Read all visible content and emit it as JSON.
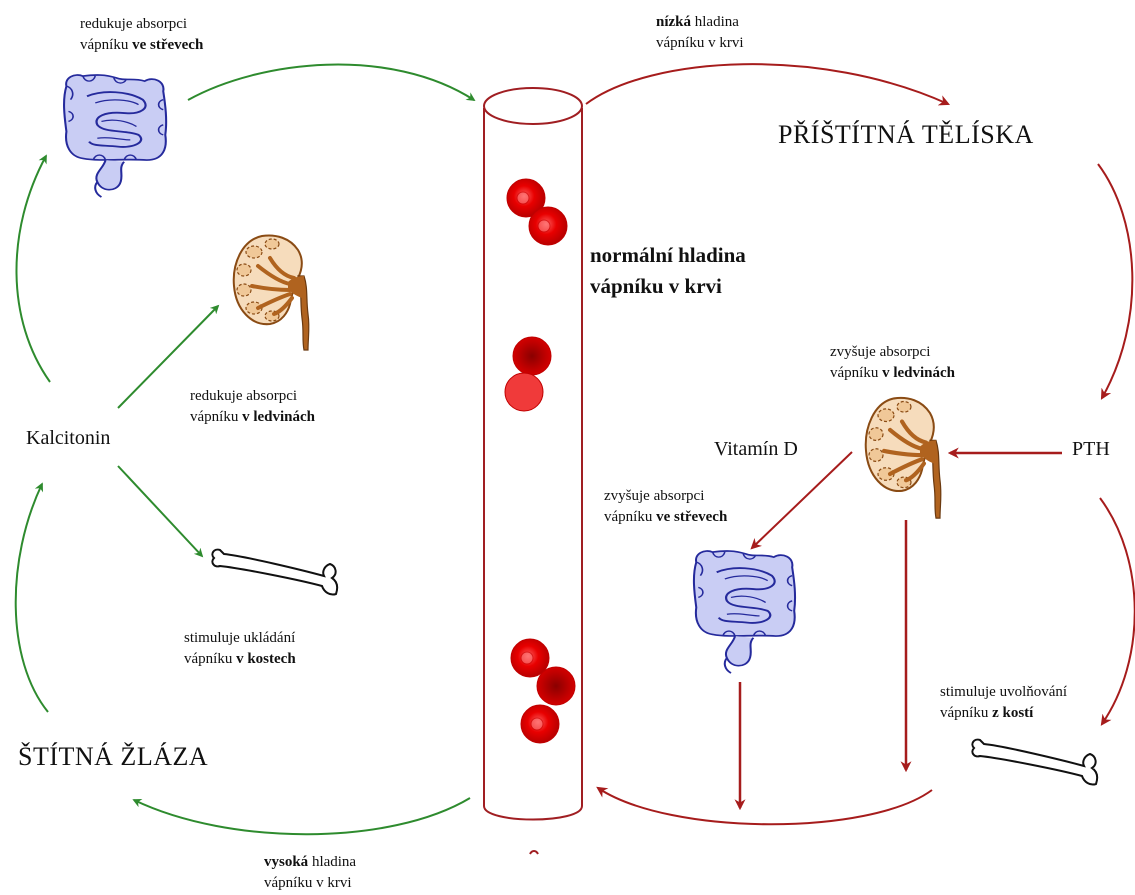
{
  "colors": {
    "green": "#2e8b2e",
    "dark_red": "#a61c1c",
    "vessel": "#a01e22",
    "blood_cell": "#e10000",
    "kidney_fill": "#f6dcbc",
    "kidney_pelvis": "#b0631f",
    "intestine_fill": "#c9cdf4",
    "intestine_stroke": "#252a9c"
  },
  "titles": {
    "parathyroid": "PŘÍŠTÍTNÁ TĚLÍSKA",
    "thyroid": "ŠTÍTNÁ ŽLÁZA",
    "center_line1": "normální hladina",
    "center_line2": "vápníku v krvi"
  },
  "hormones": {
    "calcitonin": "Kalcitonin",
    "vitamin_d": "Vitamín D",
    "pth": "PTH"
  },
  "labels": {
    "top_left": {
      "line1": "redukuje absorpci",
      "line2_plain": "vápníku ",
      "line2_bold": "ve střevech"
    },
    "left_kidney": {
      "line1": "redukuje absorpci",
      "line2_plain": "vápníku ",
      "line2_bold": "v ledvinách"
    },
    "left_bone": {
      "line1": "stimuluje ukládání",
      "line2_plain": "vápníku ",
      "line2_bold": "v kostech"
    },
    "bottom": {
      "line1_bold": "vysoká",
      "line1_plain": " hladina",
      "line2": "vápníku v krvi"
    },
    "top_right": {
      "line1_bold": "nízká",
      "line1_plain": " hladina",
      "line2": "vápníku v krvi"
    },
    "right_kidney": {
      "line1": "zvyšuje absorpci",
      "line2_plain": "vápníku ",
      "line2_bold": "v ledvinách"
    },
    "right_gut": {
      "line1": "zvyšuje absorpci",
      "line2_plain": "vápníku ",
      "line2_bold": "ve střevech"
    },
    "right_bone": {
      "line1": "stimuluje uvolňování",
      "line2_plain": "vápníku ",
      "line2_bold": "z kostí"
    }
  },
  "icons": [
    "intestine-icon",
    "kidney-icon",
    "bone-icon",
    "blood-cell-icon",
    "blood-vessel-icon"
  ]
}
